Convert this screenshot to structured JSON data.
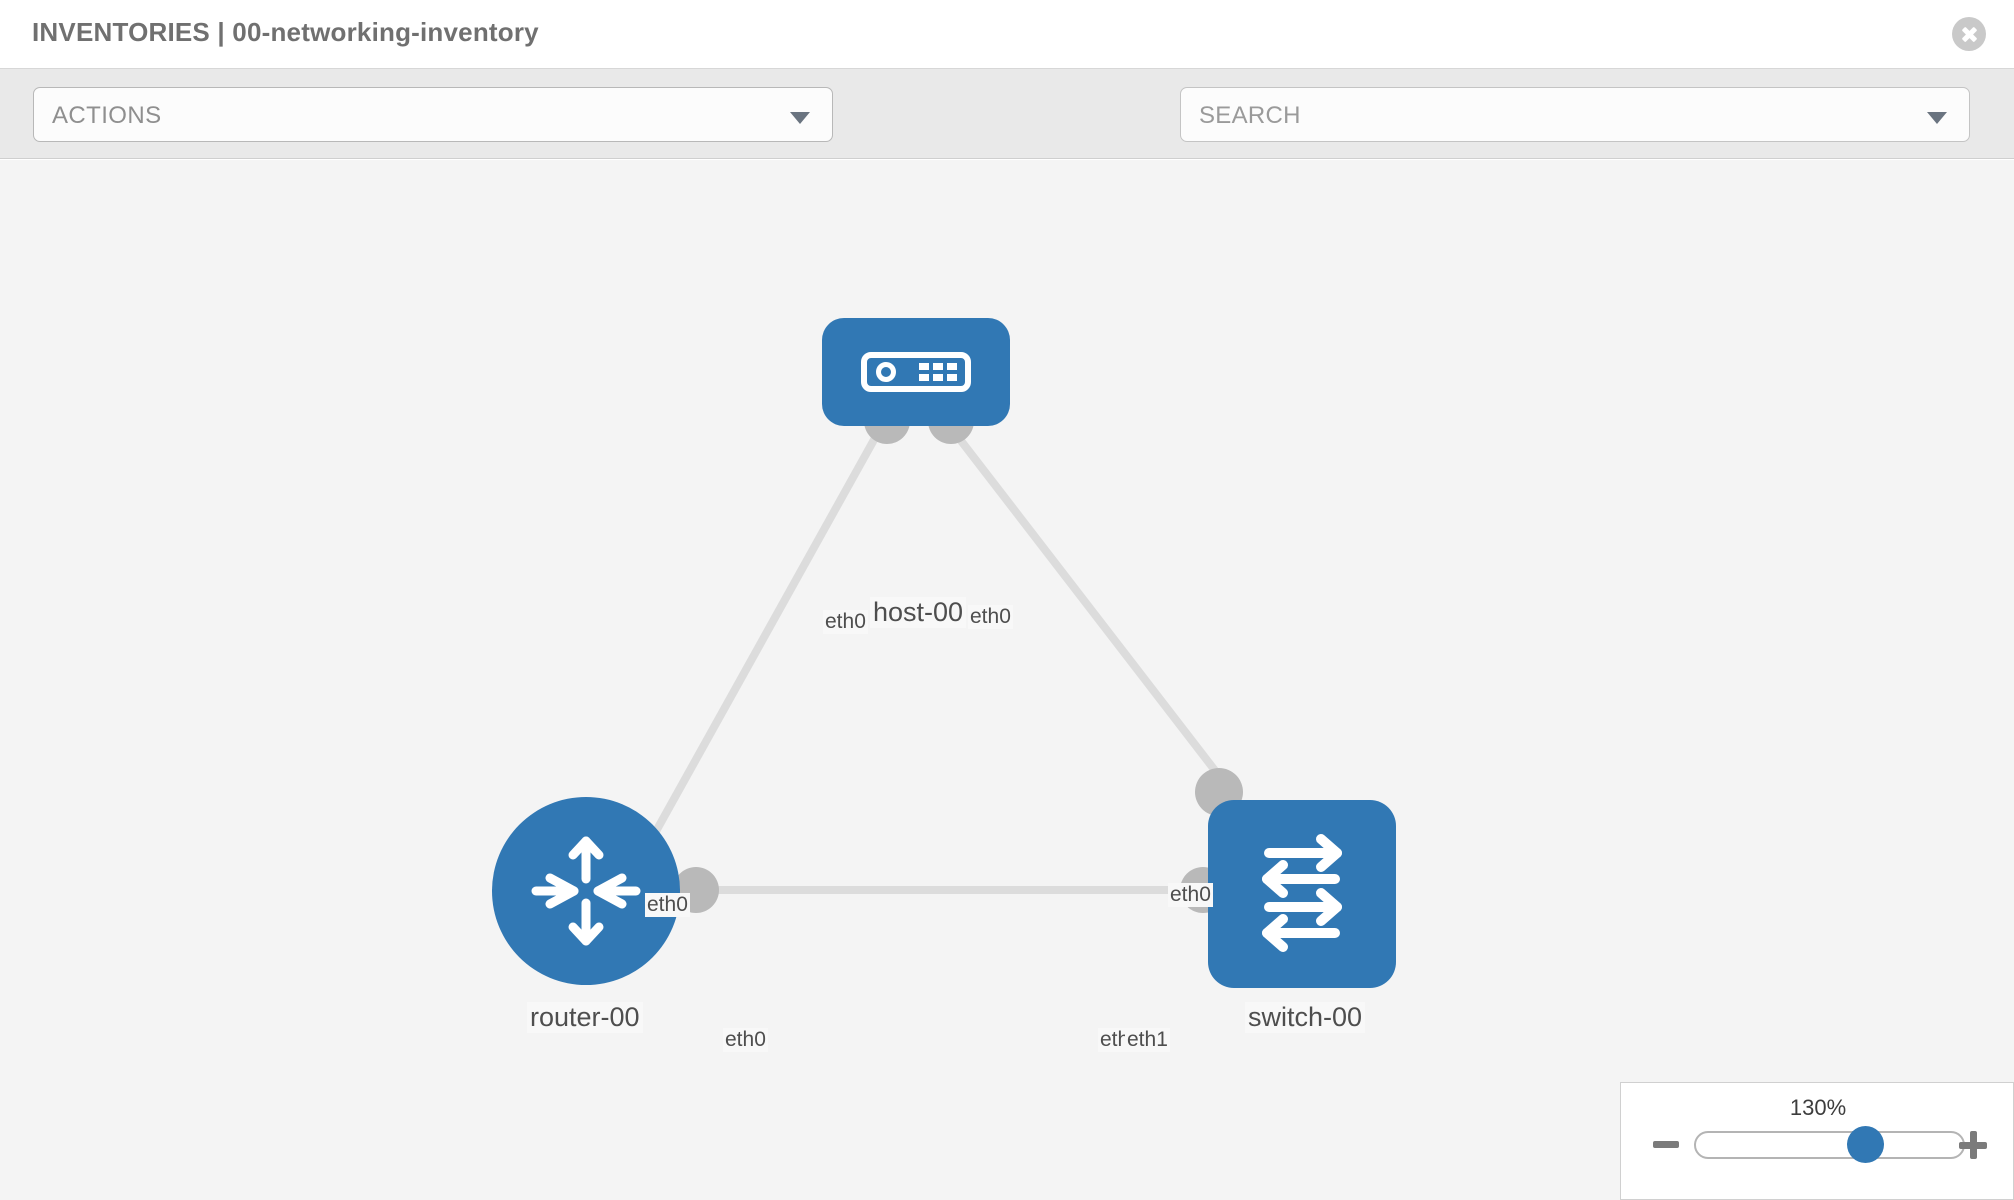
{
  "header": {
    "title": "INVENTORIES | 00-networking-inventory",
    "close_icon": "close-icon"
  },
  "toolbar": {
    "actions_label": "ACTIONS",
    "actions_caret_icon": "chevron-down-icon",
    "wrench_icon": "wrench-icon",
    "key_icon": "key-icon",
    "search_placeholder": "SEARCH",
    "search_caret_icon": "chevron-down-icon"
  },
  "topology": {
    "nodes": [
      {
        "id": "host-00",
        "label": "host-00",
        "icon": "server-icon",
        "shape": "rounded-rect",
        "color": "#3178b4"
      },
      {
        "id": "router-00",
        "label": "router-00",
        "icon": "router-icon",
        "shape": "circle",
        "color": "#3178b4"
      },
      {
        "id": "switch-00",
        "label": "switch-00",
        "icon": "switch-icon",
        "shape": "rounded-rect",
        "color": "#3178b4"
      }
    ],
    "edges": [
      {
        "from": "host-00",
        "to": "router-00",
        "from_interface": "eth0",
        "to_interface": "eth0"
      },
      {
        "from": "host-00",
        "to": "switch-00",
        "from_interface": "eth0",
        "to_interface": "eth0"
      },
      {
        "from": "router-00",
        "to": "switch-00",
        "from_interface": "eth0",
        "to_interface": "eth1"
      }
    ],
    "interface_labels": {
      "host_left": "eth0",
      "host_right": "eth0",
      "router_top": "eth0",
      "switch_top": "eth0",
      "router_right": "eth0",
      "switch_left_overlap": "eth",
      "switch_left": "eth1"
    },
    "edge_color": "#dcdcdc",
    "port_color": "#b9b9b9",
    "canvas_background": "#f4f4f4"
  },
  "zoom_control": {
    "level": "130%",
    "minus_icon": "minus-icon",
    "plus_icon": "plus-icon",
    "slider_name": "zoom-slider"
  }
}
